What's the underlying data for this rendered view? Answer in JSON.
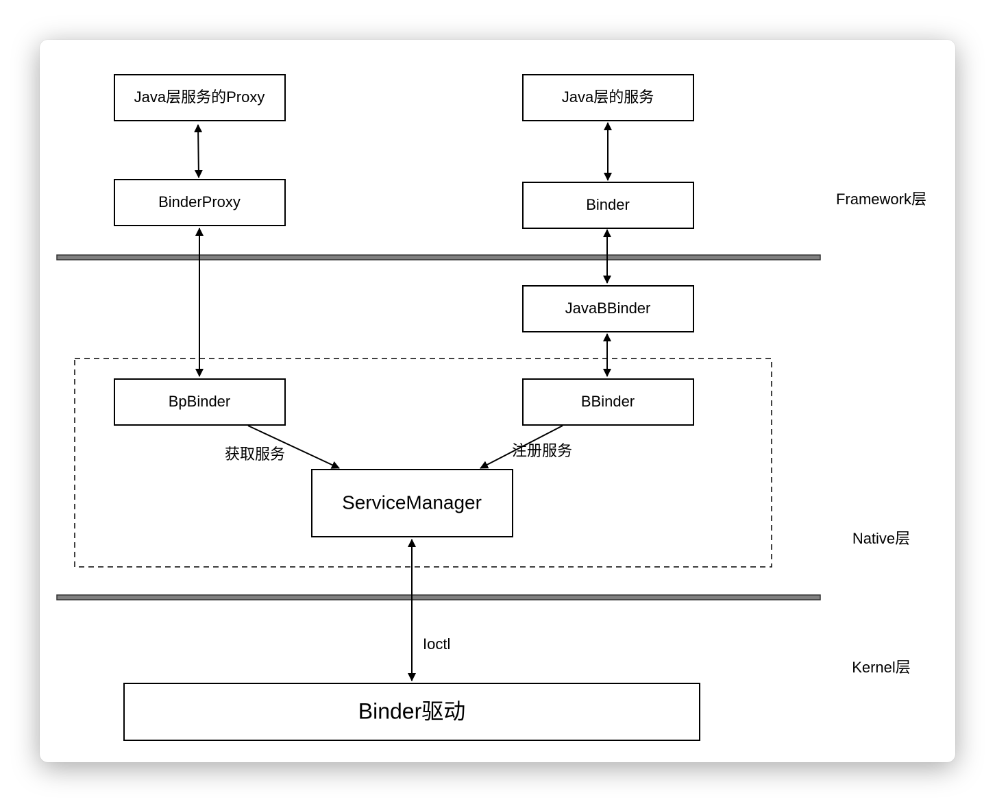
{
  "boxes": {
    "java_proxy": "Java层服务的Proxy",
    "java_service": "Java层的服务",
    "binder_proxy": "BinderProxy",
    "binder": "Binder",
    "java_bbinder": "JavaBBinder",
    "bp_binder": "BpBinder",
    "bbinder": "BBinder",
    "service_manager": "ServiceManager",
    "binder_driver": "Binder驱动"
  },
  "edge_labels": {
    "get_service": "获取服务",
    "register_service": "注册服务",
    "ioctl": "Ioctl"
  },
  "layers": {
    "framework": "Framework层",
    "native": "Native层",
    "kernel": "Kernel层"
  },
  "colors": {
    "stroke": "#000000",
    "separator_fill": "#808080",
    "separator_stroke": "#333333",
    "background": "#ffffff"
  }
}
